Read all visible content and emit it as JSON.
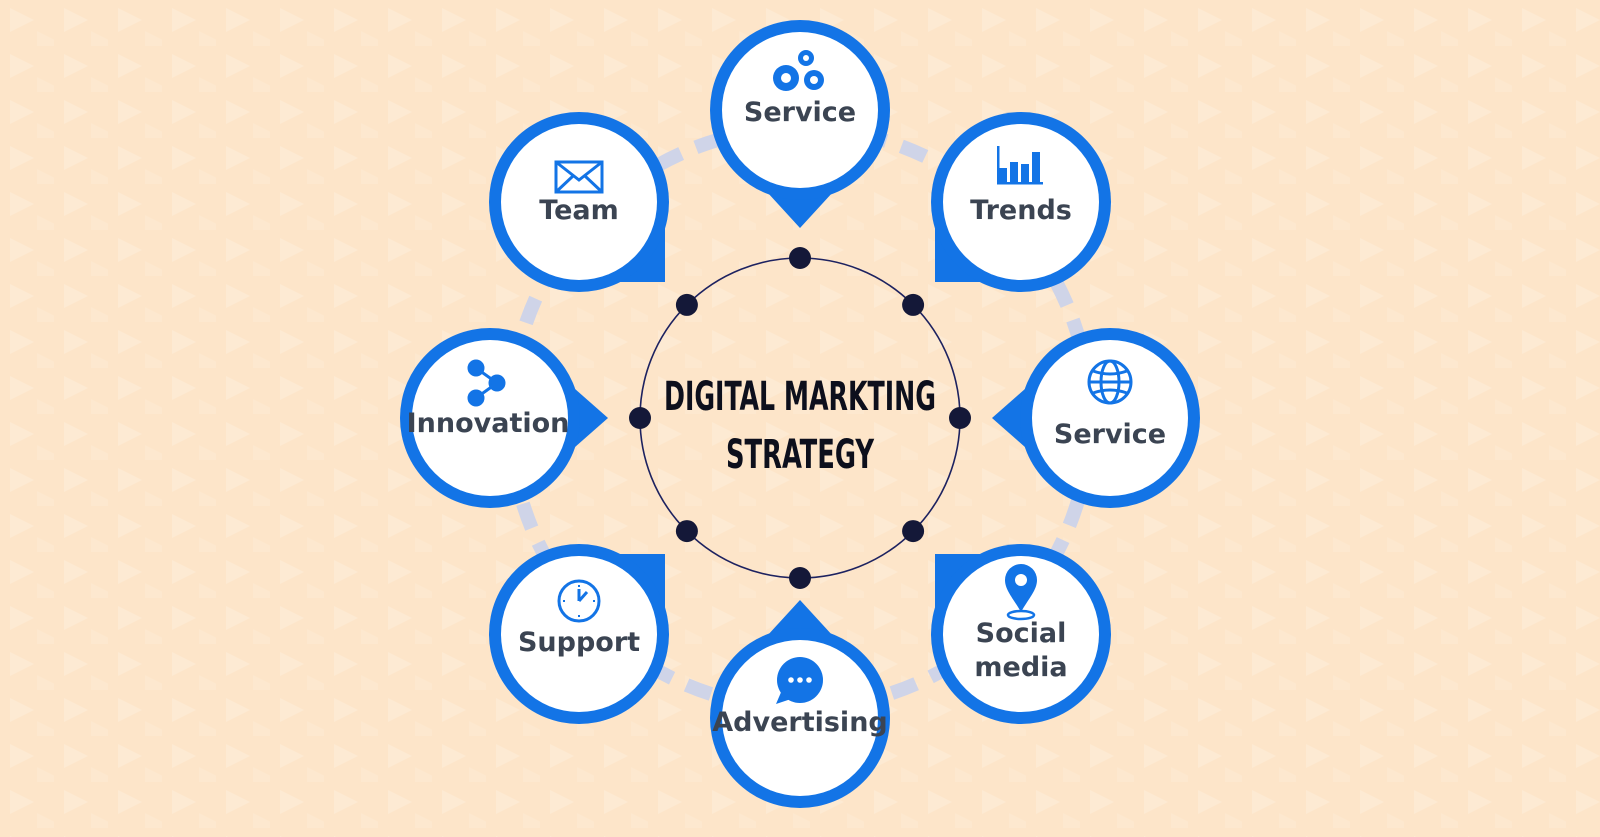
{
  "center": {
    "title_line1": "DIGITAL MARKTING",
    "title_line2": "STRATEGY"
  },
  "nodes": [
    {
      "id": "top",
      "label_lines": [
        "Service"
      ],
      "icon": "gears-icon"
    },
    {
      "id": "top-right",
      "label_lines": [
        "Trends"
      ],
      "icon": "bar-chart-icon"
    },
    {
      "id": "right",
      "label_lines": [
        "Service"
      ],
      "icon": "globe-icon"
    },
    {
      "id": "bottom-right",
      "label_lines": [
        "Social",
        "media"
      ],
      "icon": "location-pin-icon"
    },
    {
      "id": "bottom",
      "label_lines": [
        "Advertising"
      ],
      "icon": "chat-bubble-icon"
    },
    {
      "id": "bottom-left",
      "label_lines": [
        "Support"
      ],
      "icon": "clock-icon"
    },
    {
      "id": "left",
      "label_lines": [
        "Innovation"
      ],
      "icon": "share-icon"
    },
    {
      "id": "top-left",
      "label_lines": [
        "Team"
      ],
      "icon": "envelope-icon"
    }
  ],
  "colors": {
    "background": "#fde5c9",
    "accent": "#1374e6",
    "node_fill": "#ffffff",
    "label": "#3b4452",
    "center_text": "#0d0f1c",
    "dots": "#141838",
    "ring_segments": "#cfd4e8"
  }
}
